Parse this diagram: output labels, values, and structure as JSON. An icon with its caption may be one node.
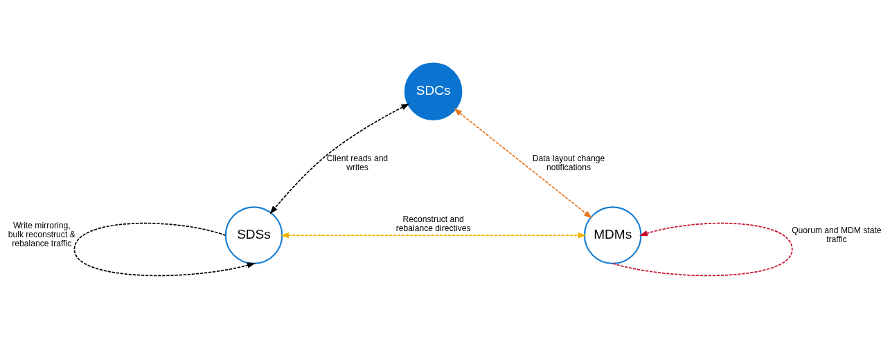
{
  "diagram": {
    "nodes": [
      {
        "text": [
          "SDCs"
        ]
      },
      {
        "text": [
          "SDSs"
        ]
      },
      {
        "text": [
          "MDMs"
        ]
      }
    ],
    "edges": [
      {
        "from": 0,
        "to": 1,
        "arrow": "both",
        "label": "Client reads and writes",
        "style": "dashed",
        "color": "#000000"
      },
      {
        "from": 0,
        "to": 2,
        "arrow": "both",
        "label": "Data layout change notifications",
        "style": "dashed",
        "color": "#e87722"
      },
      {
        "from": 1,
        "to": 2,
        "arrow": "both",
        "label": "Reconstruct and rebalance directives",
        "style": "dashed",
        "color": "#f0b400"
      },
      {
        "from": 1,
        "to": 1,
        "arrow": "to",
        "label": "Write mirroring, bulk reconstruct & rebalance traffic",
        "style": "dashed",
        "color": "#000000"
      },
      {
        "from": 2,
        "to": 2,
        "arrow": "to",
        "label": "Quorum and MDM state traffic",
        "style": "dashed",
        "color": "#c8102e"
      }
    ]
  }
}
